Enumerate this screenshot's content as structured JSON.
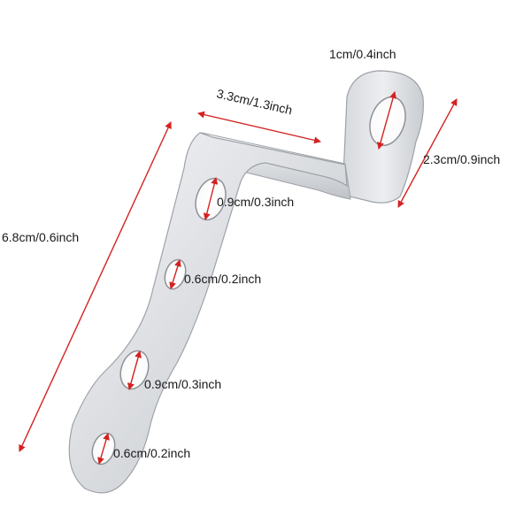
{
  "dimensions": {
    "top_hole": "1cm/0.4inch",
    "bend_width": "3.3cm/1.3inch",
    "tab_length": "2.3cm/0.9inch",
    "overall_length": "6.8cm/0.6inch",
    "hole_1": "0.9cm/0.3inch",
    "hole_2": "0.6cm/0.2inch",
    "hole_3": "0.9cm/0.3inch",
    "hole_4": "0.6cm/0.2inch"
  },
  "colors": {
    "arrow": "#d42222",
    "metal_light": "#eef0f2",
    "metal_mid": "#d3d6da",
    "metal_dark": "#a9adb3",
    "edge": "#8e9298"
  }
}
